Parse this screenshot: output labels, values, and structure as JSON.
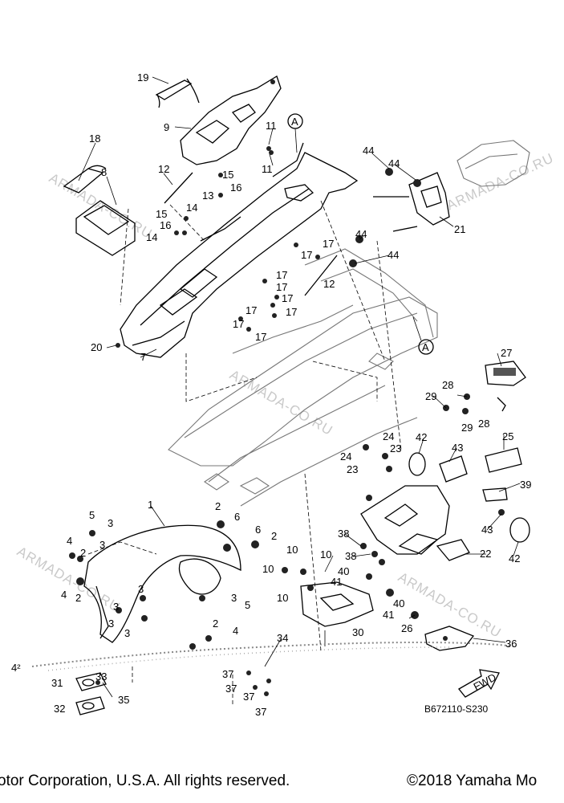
{
  "diagram": {
    "callouts": [
      "1",
      "2",
      "3",
      "4",
      "5",
      "6",
      "7",
      "8",
      "9",
      "10",
      "11",
      "12",
      "13",
      "14",
      "15",
      "16",
      "17",
      "18",
      "19",
      "20",
      "21",
      "22",
      "23",
      "24",
      "25",
      "26",
      "27",
      "28",
      "29",
      "30",
      "31",
      "32",
      "33",
      "34",
      "35",
      "36",
      "37",
      "38",
      "39",
      "40",
      "41",
      "42",
      "43",
      "44"
    ],
    "reference_marker": "A",
    "fwd_label": "FWD",
    "drawing_code": "B672110-S230",
    "watermark": "ARMADA-CO.RU",
    "stray_mark": "4²"
  },
  "footer": {
    "left": "otor Corporation, U.S.A. All rights reserved.",
    "right": "©2018 Yamaha Mo"
  }
}
